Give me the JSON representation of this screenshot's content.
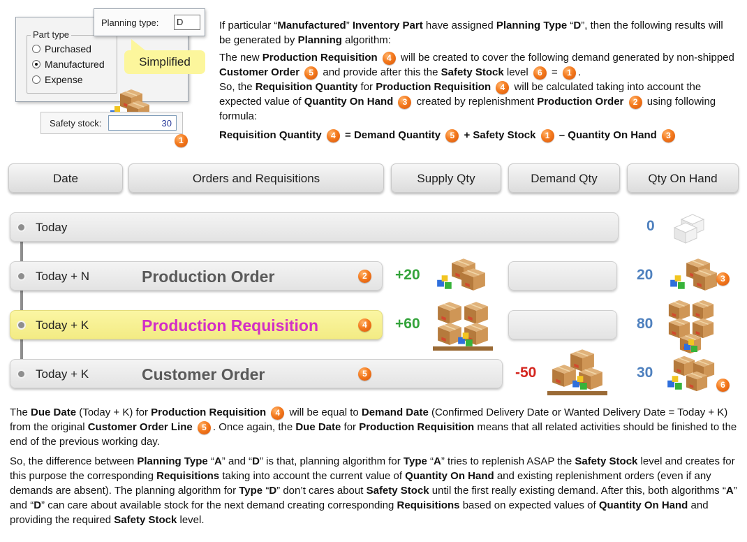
{
  "dialog": {
    "planning_type_label": "Planning type:",
    "planning_type_value": "D",
    "part_type_title": "Part type",
    "options": [
      {
        "label": "Purchased",
        "selected": false
      },
      {
        "label": "Manufactured",
        "selected": true
      },
      {
        "label": "Expense",
        "selected": false
      }
    ],
    "callout": "Simplified",
    "safety_stock_label": "Safety stock:",
    "safety_stock_value": "30",
    "badge": "1"
  },
  "intro": {
    "p1": {
      "t1": "If particular “",
      "b1": "Manufactured",
      "t2": "” ",
      "b2": "Inventory Part",
      "t3": " have assigned ",
      "b3": "Planning Type",
      "t4": " “",
      "b4": "D",
      "t5": "”, then the following results will be generated by ",
      "b5": "Planning",
      "t6": " algorithm:"
    },
    "p2": {
      "t1": "The new ",
      "b1": "Production Requisition",
      "t2": " will be created to cover the following demand generated by non-shipped ",
      "b2": "Customer Order",
      "t3": " and provide after this the ",
      "b3": "Safety Stock",
      "t4": " level ",
      "t5": " = ",
      "t6": ".",
      "t7": "So, the ",
      "b4": "Requisition Quantity",
      "t8": " for ",
      "b5": "Production Requisition",
      "t9": " will be calculated taking into account the expected value of ",
      "b6": "Quantity On Hand",
      "t10": " created by replenishment ",
      "b7": "Production Order",
      "t11": " using following formula:"
    },
    "formula": {
      "a": "Requisition Quantity",
      "eq": " = Demand Quantity",
      "plus": " + Safety Stock",
      "minus": " – Quantity On Hand"
    },
    "badges": {
      "b4": "4",
      "b5": "5",
      "b6": "6",
      "b1": "1",
      "b3": "3",
      "b2": "2"
    }
  },
  "headers": {
    "date": "Date",
    "orders": "Orders and Requisitions",
    "supply": "Supply Qty",
    "demand": "Demand Qty",
    "onhand": "Qty On Hand"
  },
  "rows": [
    {
      "date": "Today",
      "name": "",
      "badge": "",
      "supply": "",
      "demand": "",
      "onhand": "0",
      "onhand_badge": ""
    },
    {
      "date": "Today + N",
      "name": "Production Order",
      "badge": "2",
      "supply": "+20",
      "demand": "",
      "onhand": "20",
      "onhand_badge": "3"
    },
    {
      "date": "Today + K",
      "name": "Production Requisition",
      "badge": "4",
      "supply": "+60",
      "demand": "",
      "onhand": "80",
      "onhand_badge": ""
    },
    {
      "date": "Today + K",
      "name": "Customer Order",
      "badge": "5",
      "supply": "",
      "demand": "-50",
      "onhand": "30",
      "onhand_badge": "6"
    }
  ],
  "bottom": {
    "p1": {
      "t1": "The ",
      "b1": "Due Date",
      "t2": " (Today + K) for ",
      "b2": "Production Requisition",
      "t3": " will be equal to ",
      "b3": "Demand Date",
      "t4": " (Confirmed Delivery Date or Wanted Delivery Date = Today + K) from the original ",
      "b4": "Customer Order Line",
      "t5": ".  Once again, the ",
      "b5": "Due Date",
      "t6": " for ",
      "b6": "Production Requisition",
      "t7": " means that all related activities should be finished to the end of the previous working day."
    },
    "p2": {
      "t1": "So, the difference between ",
      "b1": "Planning Type",
      "t2": " “",
      "b2": "A",
      "t3": "” and “",
      "b3": "D",
      "t4": "” is that, planning algorithm for ",
      "b4": "Type",
      "t5": " “",
      "b5": "A",
      "t6": "” tries to replenish ASAP the ",
      "b6": "Safety Stock",
      "t7": " level and creates for this purpose the corresponding ",
      "b7": "Requisitions",
      "t8": " taking into account the current value of ",
      "b8": "Quantity On Hand",
      "t9": " and existing replenishment orders (even if any demands are absent).  The planning algorithm for ",
      "b9": "Type",
      "t10": " “",
      "b10": "D",
      "t11": "” don’t cares about ",
      "b11": "Safety Stock",
      "t12": " until the first really existing demand.  After this, both algorithms “",
      "b12": "A",
      "t13": "” and “",
      "b13": "D",
      "t14": "” can care about available stock for the next demand creating corresponding ",
      "b14": "Requisitions",
      "t15": " based on expected values of ",
      "b15": "Quantity On Hand",
      "t16": " and providing the required ",
      "b16": "Safety Stock",
      "t17": " level."
    }
  },
  "colors": {
    "badge": "#f47a1e",
    "highlight": "#fbf6a3",
    "pink": "#d22fc6",
    "green": "#33a33a",
    "red": "#d4261f",
    "blue": "#4e80be"
  },
  "icons": [
    "boxes-icon",
    "white-box-icon",
    "pallet-icon"
  ]
}
